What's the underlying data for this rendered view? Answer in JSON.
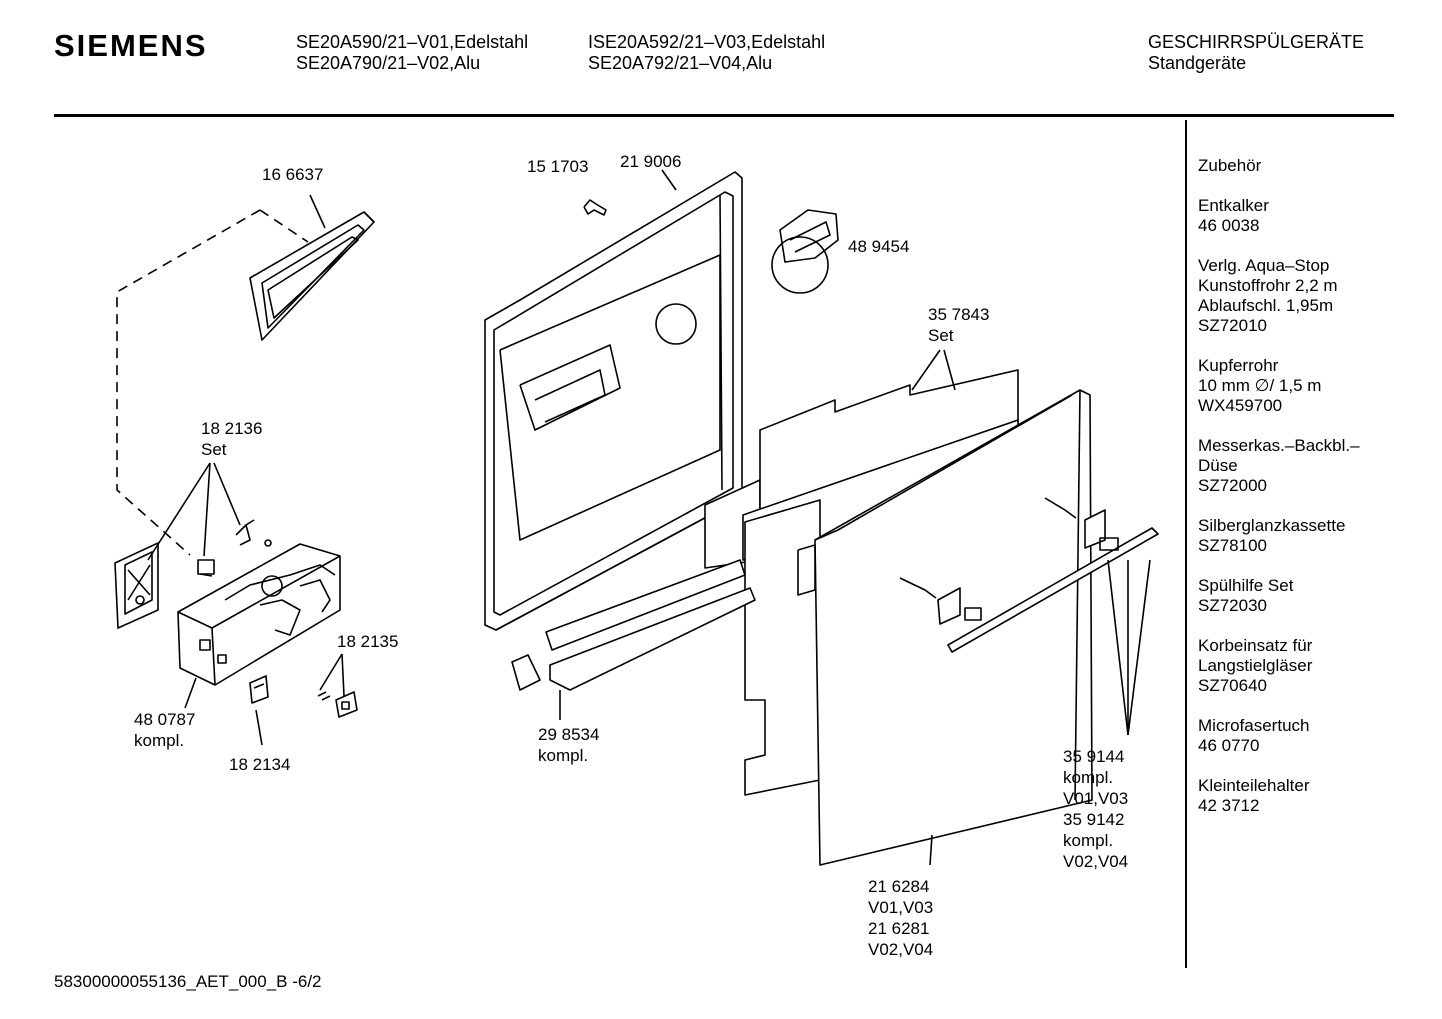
{
  "header": {
    "brand": "SIEMENS",
    "models_col1": [
      "SE20A590/21–V01,Edelstahl",
      "SE20A790/21–V02,Alu"
    ],
    "models_col2": [
      "ISE20A592/21–V03,Edelstahl",
      "SE20A792/21–V04,Alu"
    ],
    "category": [
      "GESCHIRRSPÜLGERÄTE",
      "Standgeräte"
    ]
  },
  "parts": {
    "p166637": [
      "16 6637"
    ],
    "p151703": [
      "15 1703"
    ],
    "p219006": [
      "21 9006"
    ],
    "p489454": [
      "48 9454"
    ],
    "p357843": [
      "35 7843",
      "Set"
    ],
    "p182136": [
      "18 2136",
      "Set"
    ],
    "p182135": [
      "18 2135"
    ],
    "p480787": [
      "48 0787",
      "kompl."
    ],
    "p182134": [
      "18 2134"
    ],
    "p298534": [
      "29 8534",
      "kompl."
    ],
    "p359144": [
      "35 9144",
      "kompl.",
      "V01,V03",
      "35 9142",
      "kompl.",
      "V02,V04"
    ],
    "p216284": [
      "21 6284",
      "V01,V03",
      "21 6281",
      "V02,V04"
    ]
  },
  "accessories": {
    "title": "Zubehör",
    "items": [
      [
        "Entkalker",
        "46 0038"
      ],
      [
        "Verlg. Aqua–Stop",
        "Kunstoffrohr 2,2 m",
        "Ablaufschl. 1,95m",
        "SZ72010"
      ],
      [
        "Kupferrohr",
        "10 mm ∅/ 1,5 m",
        "WX459700"
      ],
      [
        "Messerkas.–Backbl.–",
        "Düse",
        "SZ72000"
      ],
      [
        "Silberglanzkassette",
        "SZ78100"
      ],
      [
        "Spülhilfe Set",
        "SZ72030"
      ],
      [
        "Korbeinsatz für",
        "Langstielgläser",
        "SZ70640"
      ],
      [
        "Microfasertuch",
        "46 0770"
      ],
      [
        "Kleinteilehalter",
        "42 3712"
      ]
    ]
  },
  "footer": {
    "doc_id": "58300000055136_AET_000_B -6/2"
  }
}
